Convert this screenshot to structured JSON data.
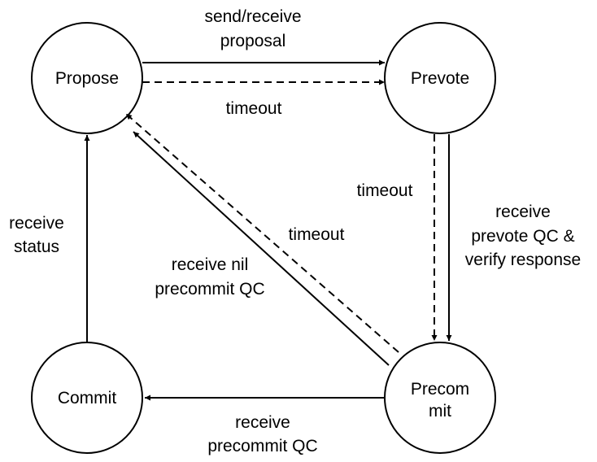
{
  "nodes": {
    "propose": "Propose",
    "prevote": "Prevote",
    "precommit_line1": "Precom",
    "precommit_line2": "mit",
    "commit": "Commit"
  },
  "edges": {
    "propose_to_prevote": {
      "line1": "send/receive",
      "line2": "proposal"
    },
    "propose_to_prevote_timeout": "timeout",
    "prevote_to_precommit_timeout": "timeout",
    "prevote_to_precommit": {
      "line1": "receive",
      "line2": "prevote QC &",
      "line3": "verify response"
    },
    "precommit_to_propose_timeout": "timeout",
    "precommit_to_propose": {
      "line1": "receive nil",
      "line2": "precommit QC"
    },
    "precommit_to_commit": {
      "line1": "receive",
      "line2": "precommit QC"
    },
    "commit_to_propose": {
      "line1": "receive",
      "line2": "status"
    }
  }
}
